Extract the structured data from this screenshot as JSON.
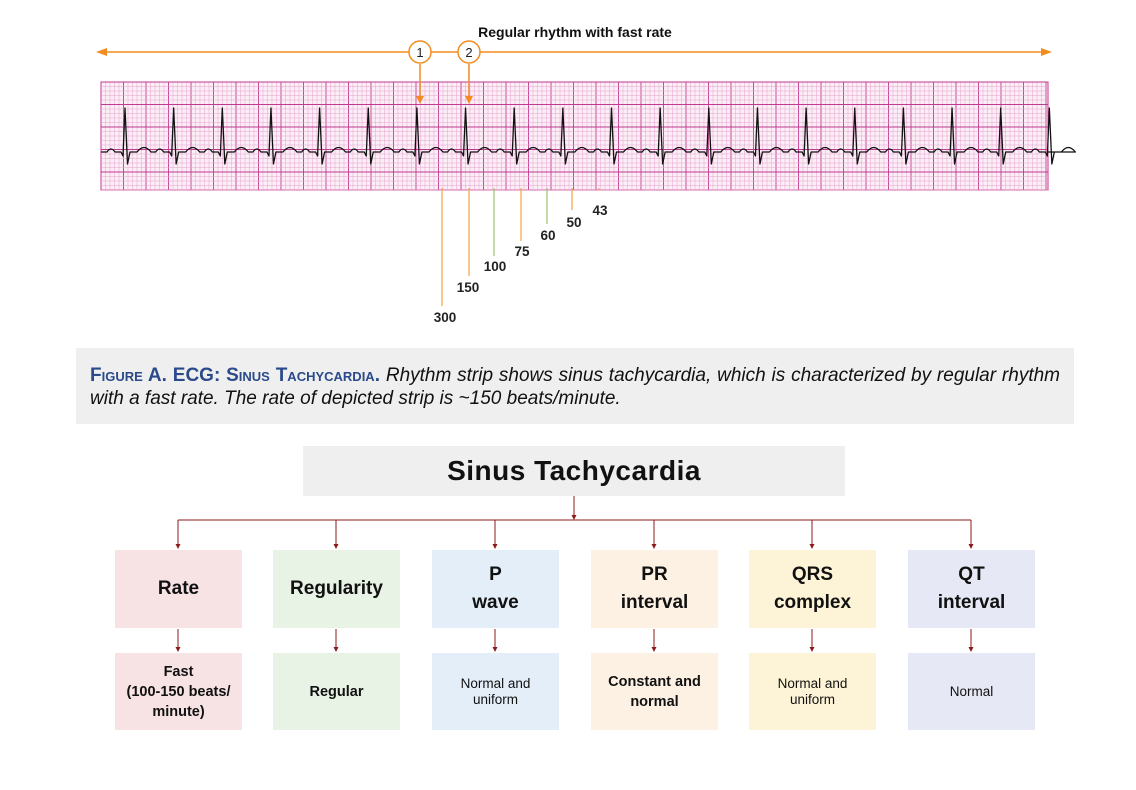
{
  "ecg": {
    "title": "Regular rhythm with fast rate",
    "markers": [
      "1",
      "2"
    ],
    "rate_labels": [
      "300",
      "150",
      "100",
      "75",
      "60",
      "50",
      "43"
    ],
    "colors": {
      "arrow": "#f28c1e",
      "grid_minor": "#e7a3cc",
      "grid_major": "#c03a8f",
      "trace": "#111111"
    }
  },
  "caption": {
    "label": "Figure A. ECG: Sinus Tachycardia.",
    "text": "Rhythm strip shows sinus tachycardia, which is characterized by regular rhythm with a fast rate. The rate of depicted strip is ~150 beats/minute."
  },
  "diagram": {
    "title": "Sinus Tachycardia",
    "connector_color": "#8b1a1a",
    "categories": [
      {
        "line1": "Rate",
        "line2": "",
        "value": "Fast\n(100-150 beats/\nminute)",
        "bold_value": true
      },
      {
        "line1": "Regularity",
        "line2": "",
        "value": "Regular",
        "bold_value": true
      },
      {
        "line1": "P",
        "line2": "wave",
        "value": "Normal and\nuniform",
        "bold_value": false
      },
      {
        "line1": "PR",
        "line2": "interval",
        "value": "Constant and\nnormal",
        "bold_value": true
      },
      {
        "line1": "QRS",
        "line2": "complex",
        "value": "Normal and\nuniform",
        "bold_value": false
      },
      {
        "line1": "QT",
        "line2": "interval",
        "value": "Normal",
        "bold_value": false
      }
    ]
  }
}
